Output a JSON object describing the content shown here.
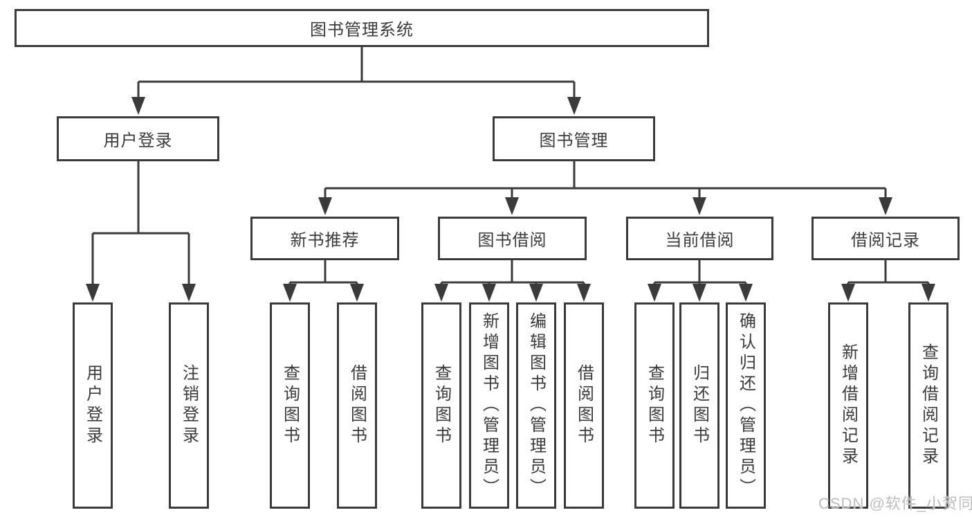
{
  "diagram": {
    "root": {
      "label": "图书管理系统"
    },
    "branches": [
      {
        "label": "用户登录",
        "leaves": [
          "用户登录",
          "注销登录"
        ]
      },
      {
        "label": "图书管理",
        "children": [
          {
            "label": "新书推荐",
            "leaves": [
              "查询图书",
              "借阅图书"
            ]
          },
          {
            "label": "图书借阅",
            "leaves": [
              "查询图书",
              "新增图书（管理员）",
              "编辑图书（管理员）",
              "借阅图书"
            ]
          },
          {
            "label": "当前借阅",
            "leaves": [
              "查询图书",
              "归还图书",
              "确认归还（管理员）"
            ]
          },
          {
            "label": "借阅记录",
            "leaves": [
              "新增借阅记录",
              "查询借阅记录"
            ]
          }
        ]
      }
    ],
    "watermark": "CSDN @软件_小贺同学",
    "colors": {
      "line": "#3a3a3a",
      "text": "#3a3a3a",
      "watermark": "#bdbdbd",
      "background": "#ffffff"
    }
  }
}
